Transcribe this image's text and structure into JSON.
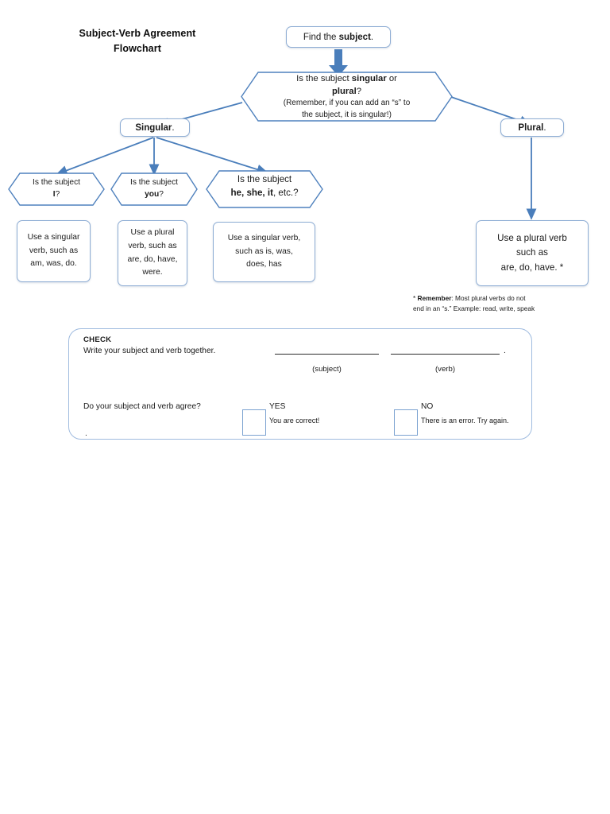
{
  "title": {
    "line1": "Subject-Verb Agreement",
    "line2": "Flowchart"
  },
  "colors": {
    "arrow": "#4A7EBB",
    "node_border": "#8EADD4",
    "hex_border": "#4F81BD",
    "panel_border": "#9FBBDF",
    "text": "#1A1A1A"
  },
  "flow": {
    "start": {
      "text_pre": "Find the ",
      "text_bold": "subject",
      "text_post": "."
    },
    "decision_main": {
      "line1_pre": "Is  the subject ",
      "line1_bold": "singular",
      "line1_post": " or",
      "line2_bold": "plural",
      "line2_post": "?",
      "hint_line1": "(Remember, if you can add an “s” to",
      "hint_line2": "the subject, it is singular!)"
    },
    "branch_singular": {
      "label_bold": "Singular",
      "label_post": "."
    },
    "branch_plural": {
      "label_bold": "Plural",
      "label_post": "."
    },
    "sub_decisions": [
      {
        "id": "i",
        "line1": "Is the subject",
        "line2_bold": "I",
        "line2_post": "?"
      },
      {
        "id": "you",
        "line1": "Is the subject",
        "line2_bold": "you",
        "line2_post": "?"
      },
      {
        "id": "he-she-it",
        "line1": "Is the subject",
        "line2_bold": "he, she, it",
        "line2_post": ", etc.?"
      }
    ],
    "answers": [
      {
        "id": "i",
        "line1": "Use a singular",
        "line2": "verb, such as",
        "line3": "am, was, do."
      },
      {
        "id": "you",
        "line1": "Use a plural",
        "line2": "verb, such as",
        "line3": "are, do, have,",
        "line4": "were."
      },
      {
        "id": "he-she-it",
        "line1": "Use a singular verb,",
        "line2": "such as is, was,",
        "line3": "does, has"
      }
    ],
    "answer_plural": {
      "line1": "Use a plural verb",
      "line2": "such as",
      "line3": "are, do, have. *"
    }
  },
  "footnote": {
    "asterisk": "* ",
    "bold": "Remember",
    "rest_line1": ":  Most plural verbs do not",
    "line2": "end in an “s.” Example:  read, write, speak"
  },
  "check": {
    "heading": "CHECK",
    "instruction": "Write your subject and verb together.",
    "period_after_blanks": ".",
    "label_subject": "(subject)",
    "label_verb": "(verb)",
    "agree_question": "Do your subject and verb agree?",
    "yes_label": "YES",
    "yes_description": "You are correct!",
    "no_label": "NO",
    "no_description": "There is an error. Try again.",
    "stray_mark": "."
  }
}
